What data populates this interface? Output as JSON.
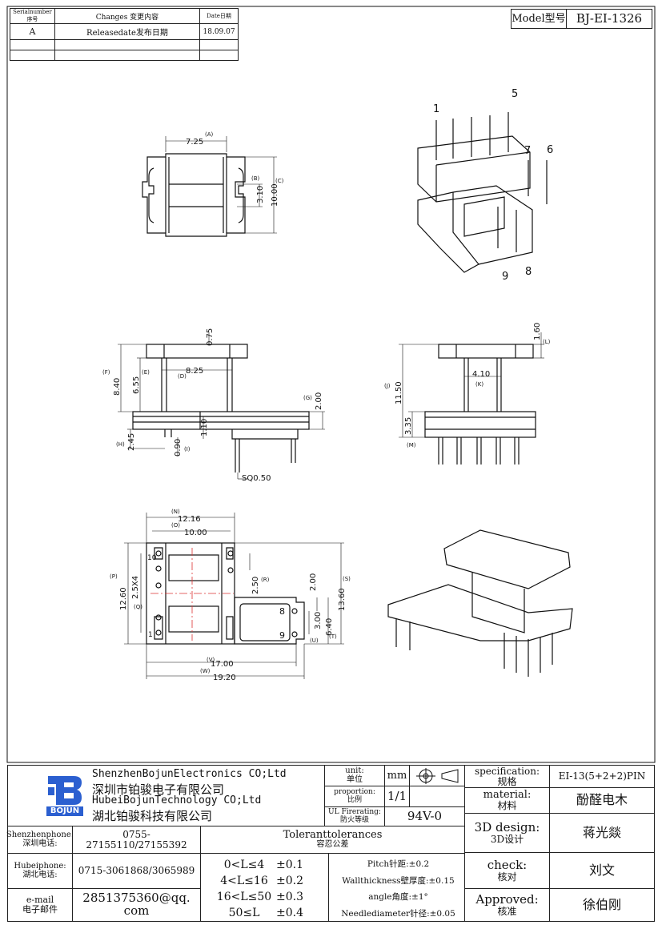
{
  "revision_table": {
    "headers": {
      "serial": "Serialnumber序号",
      "changes": "Changes 变更内容",
      "date": "Date日期"
    },
    "rows": [
      {
        "serial": "A",
        "change": "Releasedate发布日期",
        "date": "18.09.07"
      },
      {
        "serial": "",
        "change": "",
        "date": ""
      },
      {
        "serial": "",
        "change": "",
        "date": ""
      }
    ]
  },
  "model_box": {
    "label": "Model型号",
    "value": "BJ-EI-1326"
  },
  "drawing": {
    "top_view": {
      "dim_A": "7.25",
      "label_A": "(A)",
      "dim_B": "3.10",
      "label_B": "(B)",
      "dim_C": "10.00",
      "label_C": "(C)"
    },
    "front_view": {
      "dim_075": "0.75",
      "dim_D": "8.25",
      "label_D": "(D)",
      "dim_E": "6.55",
      "label_E": "(E)",
      "dim_F": "8.40",
      "label_F": "(F)",
      "dim_G": "2.00",
      "label_G": "(G)",
      "dim_110": "1.10",
      "dim_H": "2.45",
      "label_H": "(H)",
      "dim_I": "0.90",
      "label_I": "(I)",
      "sq": "SQ0.50"
    },
    "side_view": {
      "dim_L": "1.60",
      "label_L": "(L)",
      "dim_K": "4.10",
      "label_K": "(K)",
      "dim_J": "11.50",
      "label_J": "(J)",
      "dim_M": "3.35",
      "label_M": "(M)"
    },
    "bottom_view": {
      "dim_N": "12.16",
      "label_N": "(N)",
      "dim_O": "10.00",
      "label_O": "(O)",
      "dim_P": "12.60",
      "label_P": "(P)",
      "dim_Q": "2.5X4",
      "label_Q": "(Q)",
      "dim_R": "2.50",
      "label_R": "(R)",
      "dim_200": "2.00",
      "dim_S": "13.60",
      "label_S": "(S)",
      "dim_U": "3.00",
      "label_U": "(U)",
      "dim_T": "6.40",
      "label_T": "(T)",
      "dim_V": "17.00",
      "label_V": "(V)",
      "dim_W": "19.20",
      "label_W": "(W)",
      "pin8": "8",
      "pin9": "9",
      "pin10": "10",
      "pin1": "1"
    },
    "iso_top": {
      "pin1": "1",
      "pin5": "5",
      "pin7": "7",
      "pin6": "6",
      "pin9": "9",
      "pin8": "8"
    }
  },
  "title_block": {
    "logo_text": "BOJUN",
    "company_en_1": "ShenzhenBojunElectronics CO;Ltd",
    "company_cn_1": "深圳市铂骏电子有限公司",
    "company_en_2": "HubeiBojunTechnology CO;Ltd",
    "company_cn_2": "湖北铂骏科技有限公司",
    "unit_label": "unit:",
    "unit_label_cn": "单位",
    "unit_value": "mm",
    "proportion_label": "proportion:",
    "proportion_label_cn": "比例",
    "proportion_value": "1/1",
    "fire_label": "UL Firerating:",
    "fire_label_cn": "防火等级",
    "fire_value": "94V-0",
    "spec_label": "specification:",
    "spec_label_cn": "规格",
    "spec_value": "EI-13(5+2+2)PIN",
    "material_label": "material:",
    "material_label_cn": "材料",
    "material_value": "酚醛电木",
    "design_label": "3D design:",
    "design_label_cn": "3D设计",
    "design_value": "蒋光燚",
    "check_label": "check:",
    "check_label_cn": "核对",
    "check_value": "刘文",
    "approved_label": "Approved:",
    "approved_label_cn": "核准",
    "approved_value": "徐伯刚",
    "sz_phone_label": "Shenzhenphone:",
    "sz_phone_label_cn": "深圳电话:",
    "sz_phone": "0755-27155110/27155392",
    "hb_phone_label": "Hubeiphone:",
    "hb_phone_label_cn": "湖北电话:",
    "hb_phone": "0715-3061868/3065989",
    "email_label": "e-mail",
    "email_label_cn": "电子邮件",
    "email": "2851375360@qq. com",
    "tol_title": "Toleranttolerances",
    "tol_title_cn": "容忍公差",
    "tolerances": [
      {
        "range": "0<L≤4",
        "value": "±0.1"
      },
      {
        "range": "4<L≤16",
        "value": "±0.2"
      },
      {
        "range": "16<L≤50",
        "value": "±0.3"
      },
      {
        "range": "50≤L",
        "value": "±0.4"
      }
    ],
    "tol_notes": [
      "Pitch针距:±0.2",
      "Wallthickness壁厚度:±0.15",
      "angle角度:±1°",
      "Needlediameter针径:±0.05"
    ]
  }
}
